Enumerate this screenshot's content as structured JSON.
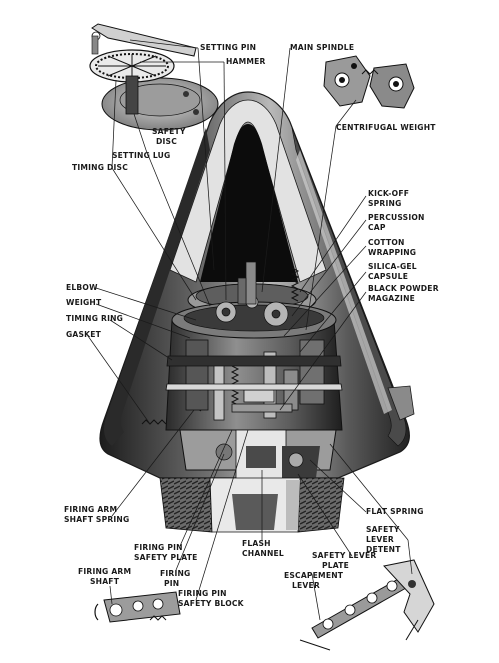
{
  "diagram": {
    "labels": {
      "setting_pin": "SETTING PIN",
      "hammer": "HAMMER",
      "main_spindle": "MAIN SPINDLE",
      "safety_disc_1": "SAFETY",
      "safety_disc_2": "DISC",
      "setting_lug": "SETTING LUG",
      "timing_disc": "TIMING DISC",
      "centrifugal_weight": "CENTRIFUGAL WEIGHT",
      "kick_off_spring_1": "KICK-OFF",
      "kick_off_spring_2": "SPRING",
      "percussion_cap_1": "PERCUSSION",
      "percussion_cap_2": "CAP",
      "cotton_wrapping_1": "COTTON",
      "cotton_wrapping_2": "WRAPPING",
      "silica_gel_1": "SILICA-GEL",
      "silica_gel_2": "CAPSULE",
      "black_powder_1": "BLACK POWDER",
      "black_powder_2": "MAGAZINE",
      "elbow": "ELBOW",
      "weight": "WEIGHT",
      "timing_ring": "TIMING RING",
      "gasket": "GASKET",
      "firing_arm_shaft_spring_1": "FIRING ARM",
      "firing_arm_shaft_spring_2": "SHAFT SPRING",
      "flat_spring": "FLAT SPRING",
      "safety_lever_detent_1": "SAFETY",
      "safety_lever_detent_2": "LEVER",
      "safety_lever_detent_3": "DETENT",
      "firing_pin_safety_plate_1": "FIRING PIN",
      "firing_pin_safety_plate_2": "SAFETY PLATE",
      "flash_channel_1": "FLASH",
      "flash_channel_2": "CHANNEL",
      "safety_lever_plate_1": "SAFETY LEVER",
      "safety_lever_plate_2": "PLATE",
      "firing_arm_shaft_1": "FIRING ARM",
      "firing_arm_shaft_2": "SHAFT",
      "firing_pin_1": "FIRING",
      "firing_pin_2": "PIN",
      "escapement_lever_1": "ESCAPEMENT",
      "escapement_lever_2": "LEVER",
      "firing_pin_safety_block_1": "FIRING PIN",
      "firing_pin_safety_block_2": "SAFETY BLOCK"
    }
  }
}
